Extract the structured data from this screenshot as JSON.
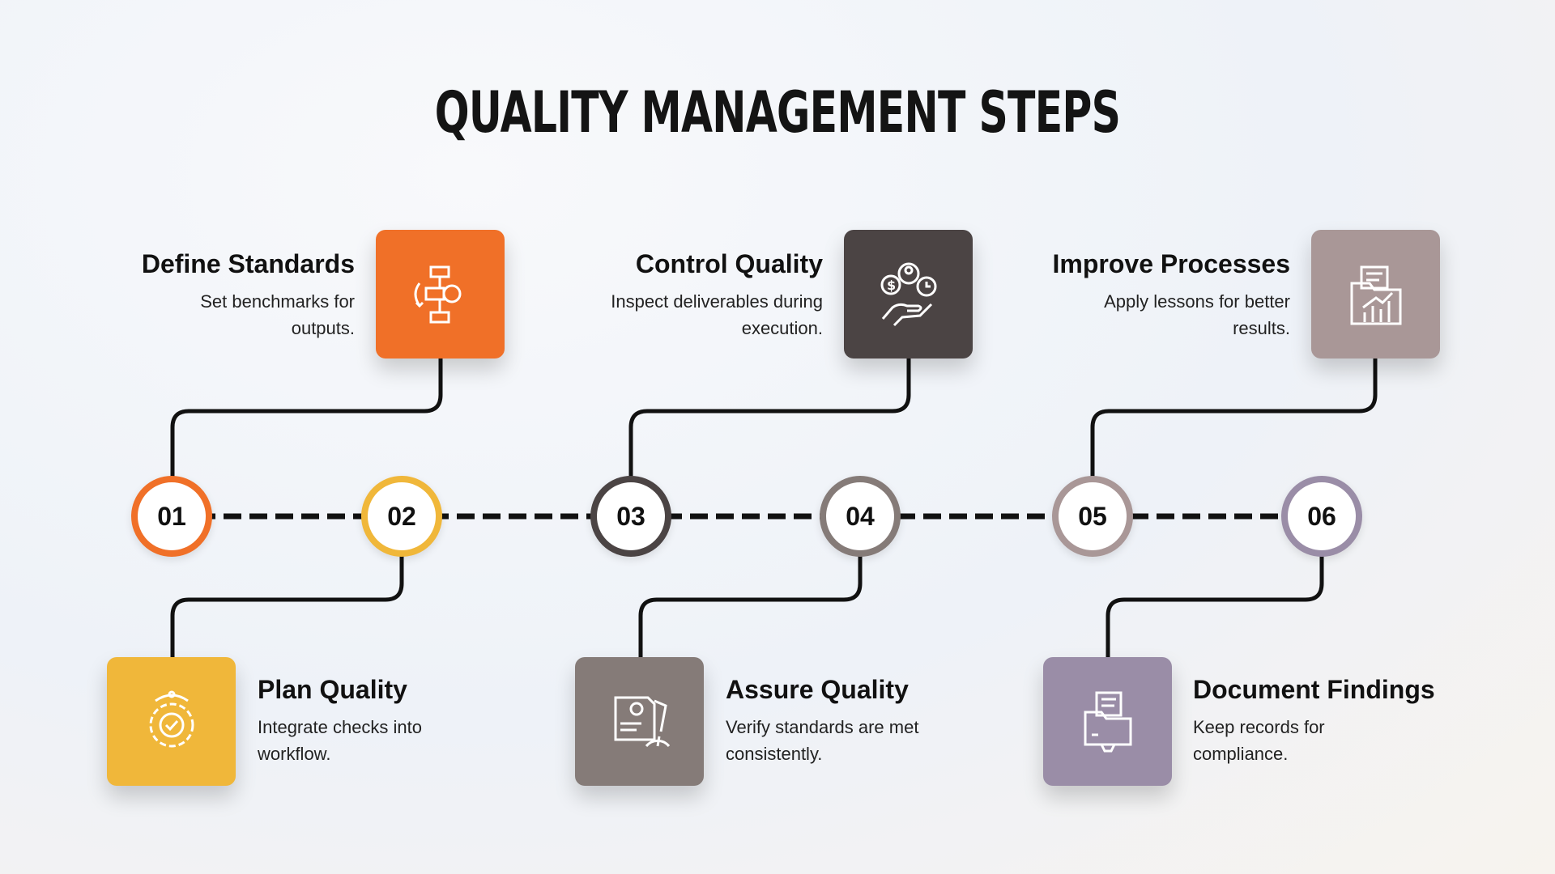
{
  "title": "QUALITY MANAGEMENT STEPS",
  "colors": {
    "orange": "#F07028",
    "yellow": "#F0B73A",
    "dark": "#4B4444",
    "taupe": "#857B78",
    "mauve": "#A99797",
    "purple": "#9A8DA7",
    "line": "#111111"
  },
  "steps": [
    {
      "number": "01",
      "title": "Define Standards",
      "description": "Set benchmarks for outputs.",
      "icon": "flowchart-gear-icon",
      "color": "#F07028"
    },
    {
      "number": "02",
      "title": "Plan Quality",
      "description": "Integrate checks into workflow.",
      "icon": "gear-check-icon",
      "color": "#F0B73A"
    },
    {
      "number": "03",
      "title": "Control Quality",
      "description": "Inspect deliverables during execution.",
      "icon": "hand-money-people-icon",
      "color": "#4B4444"
    },
    {
      "number": "04",
      "title": "Assure Quality",
      "description": "Verify standards are met consistently.",
      "icon": "document-gauge-icon",
      "color": "#857B78"
    },
    {
      "number": "05",
      "title": "Improve Processes",
      "description": "Apply lessons for better results.",
      "icon": "folder-chart-icon",
      "color": "#A99797"
    },
    {
      "number": "06",
      "title": "Document Findings",
      "description": "Keep records for compliance.",
      "icon": "folder-document-icon",
      "color": "#9A8DA7"
    }
  ]
}
